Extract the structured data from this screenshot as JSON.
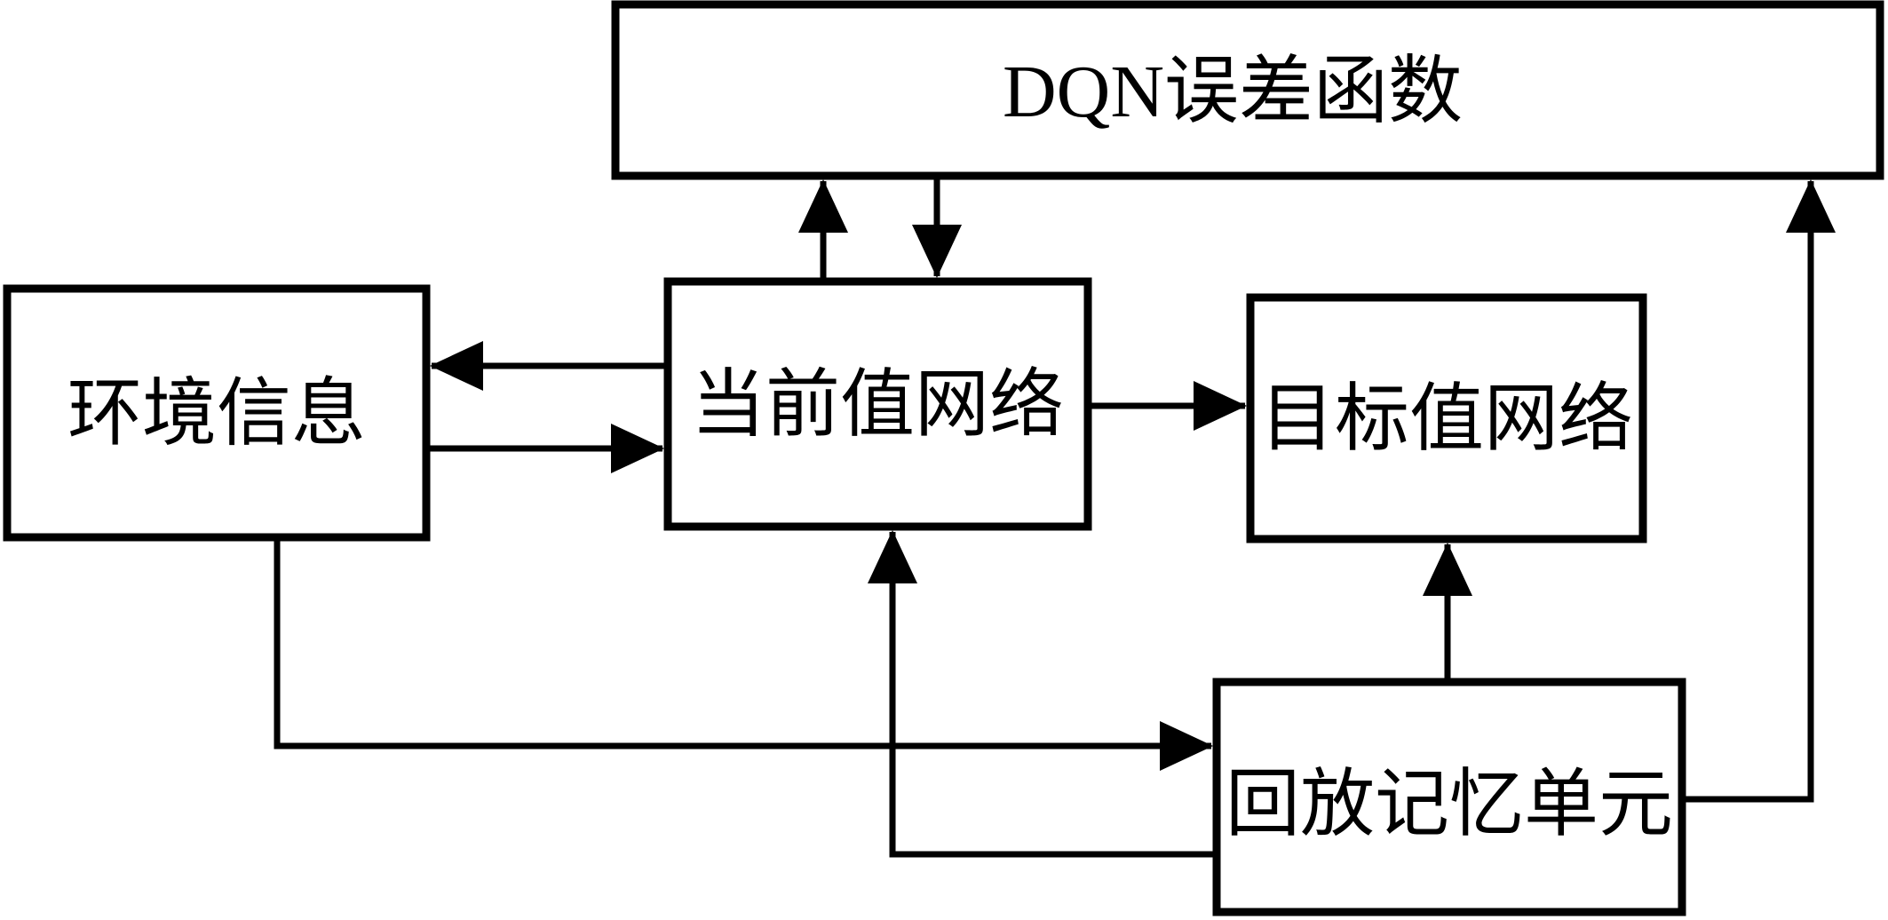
{
  "diagram": {
    "type": "flowchart",
    "background_color": "#ffffff",
    "line_color": "#000000",
    "nodes": [
      {
        "id": "dqn-loss-function",
        "label": "DQN误差函数"
      },
      {
        "id": "environment-info",
        "label": "环境信息"
      },
      {
        "id": "current-value-network",
        "label": "当前值网络"
      },
      {
        "id": "target-value-network",
        "label": "目标值网络"
      },
      {
        "id": "replay-memory-unit",
        "label": "回放记忆单元"
      }
    ],
    "edges": [
      {
        "from": "current-value-network",
        "to": "dqn-loss-function"
      },
      {
        "from": "dqn-loss-function",
        "to": "current-value-network"
      },
      {
        "from": "current-value-network",
        "to": "environment-info"
      },
      {
        "from": "environment-info",
        "to": "current-value-network"
      },
      {
        "from": "current-value-network",
        "to": "target-value-network"
      },
      {
        "from": "replay-memory-unit",
        "to": "target-value-network"
      },
      {
        "from": "environment-info",
        "to": "replay-memory-unit"
      },
      {
        "from": "replay-memory-unit",
        "to": "current-value-network"
      },
      {
        "from": "replay-memory-unit",
        "to": "dqn-loss-function"
      }
    ]
  }
}
